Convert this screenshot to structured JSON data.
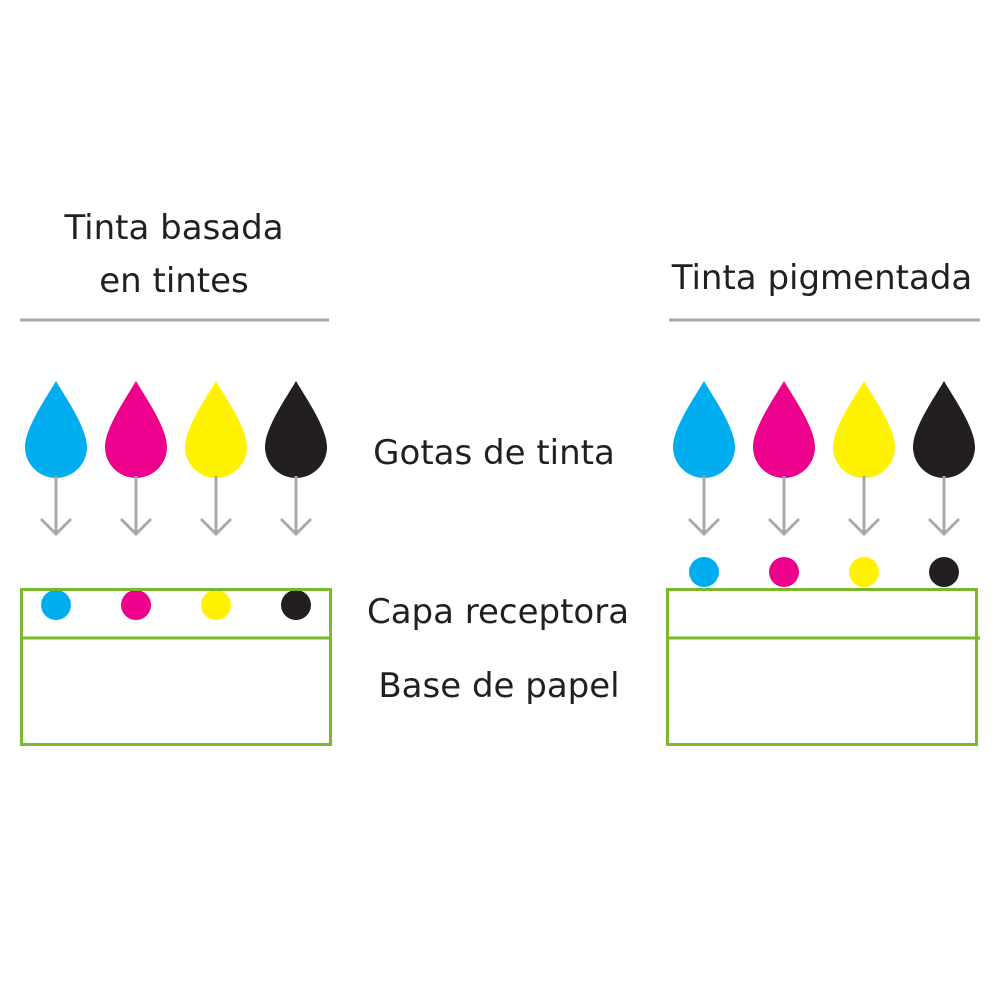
{
  "left_panel": {
    "title_line1": "Tinta basada",
    "title_line2": "en tintes"
  },
  "right_panel": {
    "title": "Tinta pigmentada"
  },
  "labels": {
    "drops": "Gotas de tinta",
    "receptor_layer": "Capa receptora",
    "paper_base": "Base de papel"
  },
  "colors": {
    "inks": [
      {
        "name": "cyan",
        "hex": "#00aeef"
      },
      {
        "name": "magenta",
        "hex": "#ec008c"
      },
      {
        "name": "yellow",
        "hex": "#fff200"
      },
      {
        "name": "black",
        "hex": "#231f20"
      }
    ],
    "arrow": "#a7a9ac",
    "box": "#7ab929",
    "rule": "#a7a9ac"
  }
}
